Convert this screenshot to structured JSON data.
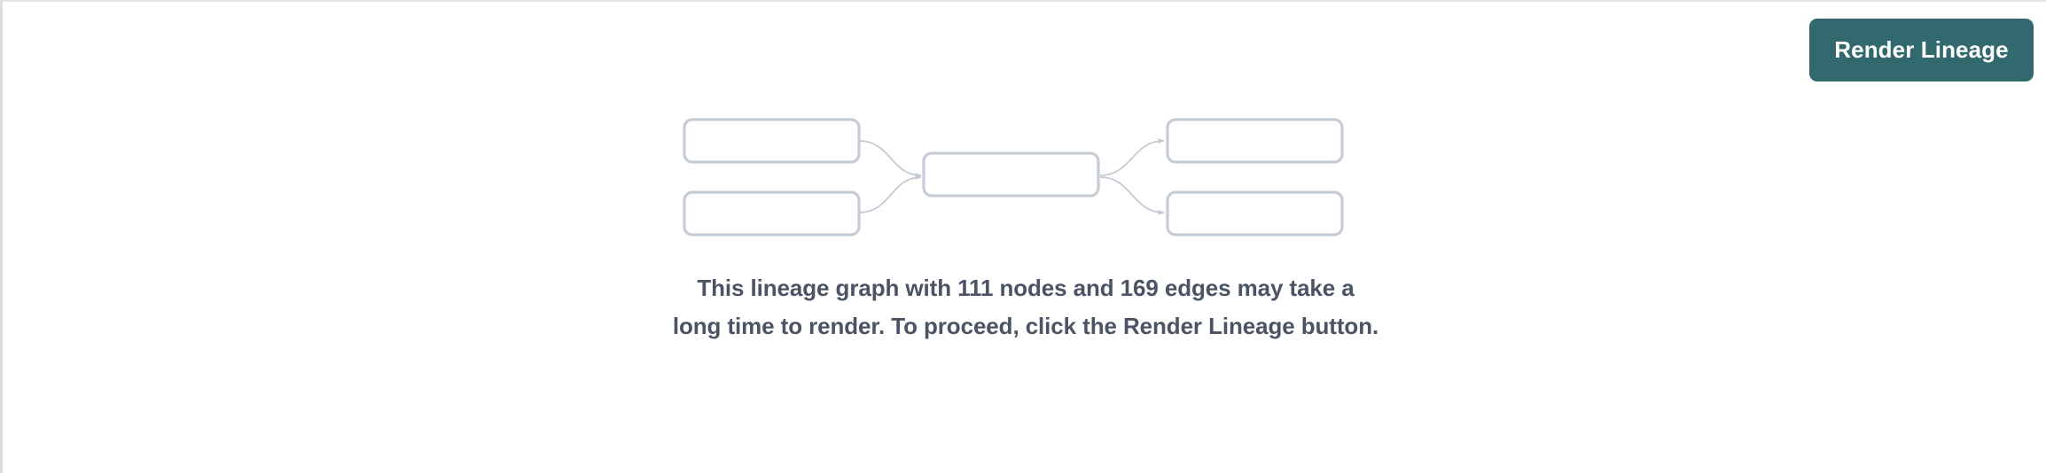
{
  "page": {
    "background_color": "#ffffff",
    "border_color": "#e3e4e8"
  },
  "toolbar": {
    "render_lineage_label": "Render Lineage",
    "render_lineage_color": "#31696e",
    "render_lineage_text_color": "#ffffff"
  },
  "empty_state": {
    "message": "This lineage graph with 111 nodes and 169 edges may take a long time to render. To proceed, click the Render Lineage button.",
    "message_color": "#4b5465",
    "node_count": 111,
    "edge_count": 169,
    "graph_placeholder": {
      "node_stroke_color": "#c6ccd5",
      "edge_stroke_color": "#c2c9d2",
      "nodes": [
        {
          "id": "source-1",
          "column": "left",
          "label": ""
        },
        {
          "id": "source-2",
          "column": "left",
          "label": ""
        },
        {
          "id": "center-1",
          "column": "center",
          "label": ""
        },
        {
          "id": "target-1",
          "column": "right",
          "label": ""
        },
        {
          "id": "target-2",
          "column": "right",
          "label": ""
        }
      ],
      "edges": [
        {
          "from": "source-1",
          "to": "center-1"
        },
        {
          "from": "source-2",
          "to": "center-1"
        },
        {
          "from": "center-1",
          "to": "target-1"
        },
        {
          "from": "center-1",
          "to": "target-2"
        }
      ]
    }
  }
}
